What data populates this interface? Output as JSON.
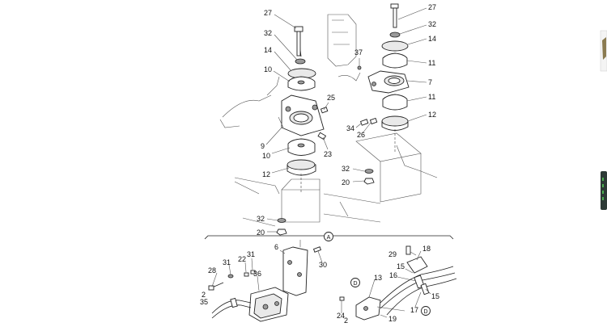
{
  "callouts": [
    {
      "id": "c27a",
      "text": "27"
    },
    {
      "id": "c32a",
      "text": "32"
    },
    {
      "id": "c14a",
      "text": "14"
    },
    {
      "id": "c10a",
      "text": "10"
    },
    {
      "id": "c25",
      "text": "25"
    },
    {
      "id": "c9",
      "text": "9"
    },
    {
      "id": "c10b",
      "text": "10"
    },
    {
      "id": "c23",
      "text": "23"
    },
    {
      "id": "c12a",
      "text": "12"
    },
    {
      "id": "c32b",
      "text": "32"
    },
    {
      "id": "c20a",
      "text": "20"
    },
    {
      "id": "c37",
      "text": "37"
    },
    {
      "id": "c27b",
      "text": "27"
    },
    {
      "id": "c32c",
      "text": "32"
    },
    {
      "id": "c14b",
      "text": "14"
    },
    {
      "id": "c11a",
      "text": "11"
    },
    {
      "id": "c7",
      "text": "7"
    },
    {
      "id": "c11b",
      "text": "11"
    },
    {
      "id": "c12b",
      "text": "12"
    },
    {
      "id": "c34",
      "text": "34"
    },
    {
      "id": "c26",
      "text": "26"
    },
    {
      "id": "c32d",
      "text": "32"
    },
    {
      "id": "c20b",
      "text": "20"
    },
    {
      "id": "c6",
      "text": "6"
    },
    {
      "id": "c30",
      "text": "30"
    },
    {
      "id": "c28",
      "text": "28"
    },
    {
      "id": "c31a",
      "text": "31"
    },
    {
      "id": "c22",
      "text": "22"
    },
    {
      "id": "c31b",
      "text": "31"
    },
    {
      "id": "c36",
      "text": "36"
    },
    {
      "id": "c2a",
      "text": "2"
    },
    {
      "id": "c35",
      "text": "35"
    },
    {
      "id": "c13",
      "text": "13"
    },
    {
      "id": "c24",
      "text": "24"
    },
    {
      "id": "c2b",
      "text": "2"
    },
    {
      "id": "c29",
      "text": "29"
    },
    {
      "id": "c18",
      "text": "18"
    },
    {
      "id": "c15a",
      "text": "15"
    },
    {
      "id": "c16",
      "text": "16"
    },
    {
      "id": "c15b",
      "text": "15"
    },
    {
      "id": "c17",
      "text": "17"
    },
    {
      "id": "c19",
      "text": "19"
    }
  ],
  "section_markers": {
    "a": "A",
    "d1": "D",
    "d2": "D"
  },
  "colors": {
    "ink": "#222222",
    "shade": "#e9e9e9",
    "edge_green": "#4caf50"
  }
}
